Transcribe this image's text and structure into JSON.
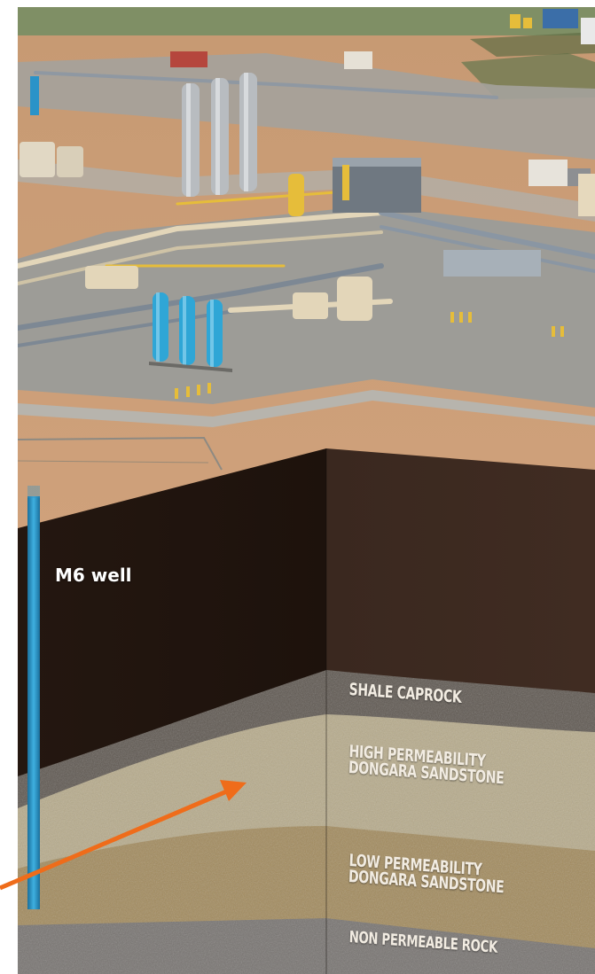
{
  "well": {
    "label": "M6 well",
    "color": "#2a93c8"
  },
  "layers": {
    "shale": {
      "label": "SHALE CAPROCK",
      "color": "#5e5750"
    },
    "high_perm": {
      "label": "HIGH PERMEABILITY\nDONGARA SANDSTONE",
      "color": "#b7ab8b"
    },
    "low_perm": {
      "label": "LOW PERMEABILITY\nDONGARA SANDSTONE",
      "color": "#a28a5c"
    },
    "non_perm": {
      "label": "NON PERMEABLE ROCK",
      "color": "#777370"
    },
    "overburden": {
      "color": "#2e1f17"
    }
  },
  "arrow": {
    "color": "#ef6c1a"
  },
  "colors": {
    "ground_red_dirt": "#c99a72",
    "gravel_pad": "#9d9c97",
    "sky_fields": "#7f8f65",
    "vessel_steel": "#b8bcc0",
    "tank_blue": "#2fa6d6",
    "pipe_yellow": "#e6bd3a",
    "pipe_cream": "#e3d6b9"
  }
}
